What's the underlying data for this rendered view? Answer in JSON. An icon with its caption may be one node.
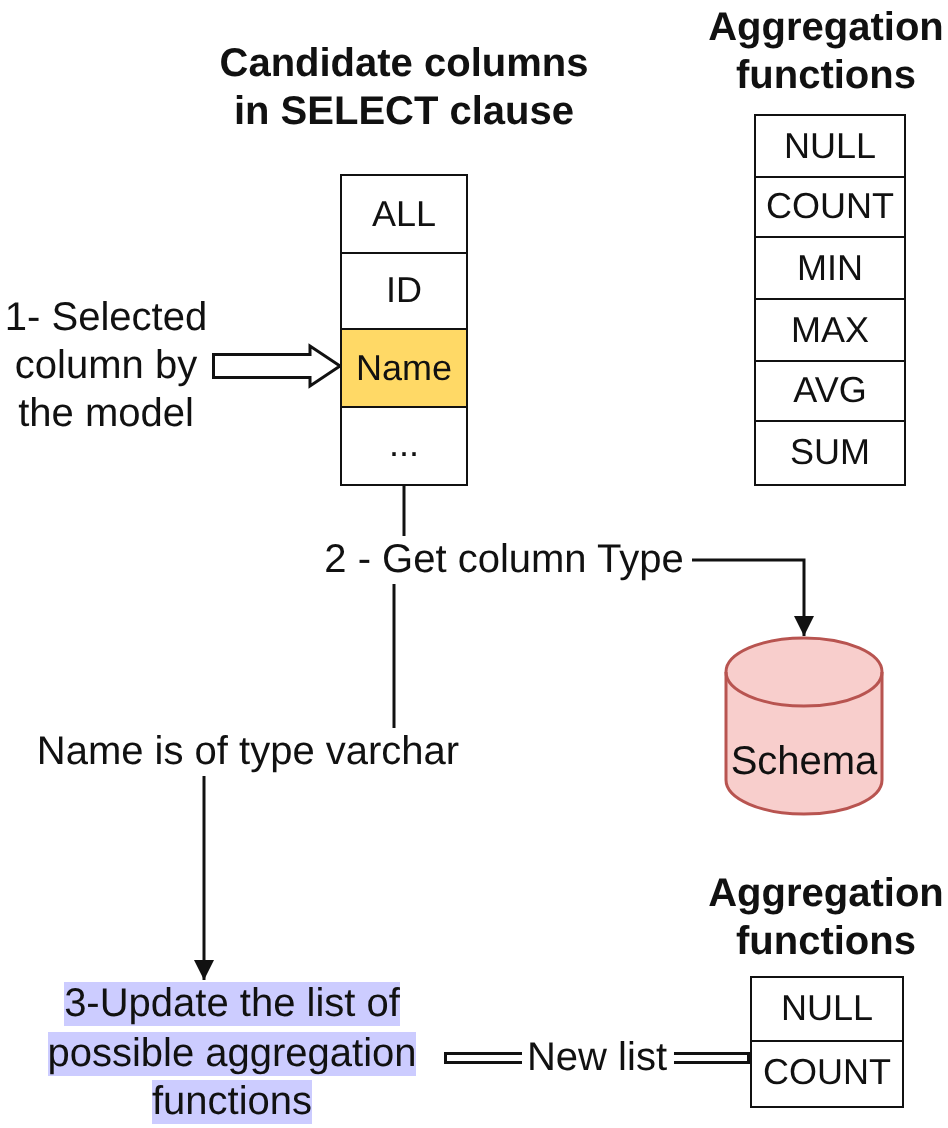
{
  "diagram": {
    "nodes": [
      {
        "text": [
          "Candidate columns in SELECT clause"
        ]
      },
      {
        "text": [
          "ALL"
        ],
        "in": 0
      },
      {
        "text": [
          "ID"
        ],
        "in": 0
      },
      {
        "text": [
          "Name"
        ],
        "in": 0
      },
      {
        "text": [
          "..."
        ],
        "in": 0
      },
      {
        "text": [
          "Aggregation functions"
        ]
      },
      {
        "text": [
          "NULL"
        ],
        "in": 5
      },
      {
        "text": [
          "COUNT"
        ],
        "in": 5
      },
      {
        "text": [
          "MIN"
        ],
        "in": 5
      },
      {
        "text": [
          "MAX"
        ],
        "in": 5
      },
      {
        "text": [
          "AVG"
        ],
        "in": 5
      },
      {
        "text": [
          "SUM"
        ],
        "in": 5
      },
      {
        "text": [
          "1- Selected column by the model"
        ]
      },
      {
        "text": [
          "2 - Get column Type"
        ]
      },
      {
        "text": [
          "Schema"
        ]
      },
      {
        "text": [
          "Name is of type varchar"
        ]
      },
      {
        "text": [
          "3-Update the list of possible aggregation functions"
        ]
      },
      {
        "text": [
          "Aggregation functions"
        ]
      },
      {
        "text": [
          "NULL"
        ],
        "in": 17
      },
      {
        "text": [
          "COUNT"
        ],
        "in": 17
      }
    ],
    "edges": [
      {
        "from": 12,
        "to": 3,
        "arrow": "to",
        "style": "thick"
      },
      {
        "from": 0,
        "to": 13,
        "arrow": "none"
      },
      {
        "from": 13,
        "to": 14,
        "arrow": "to"
      },
      {
        "from": 13,
        "to": 15,
        "arrow": "none"
      },
      {
        "from": 15,
        "to": 16,
        "arrow": "to"
      },
      {
        "from": 16,
        "to": 19,
        "arrow": "none",
        "label": "New list",
        "style": "thick"
      }
    ]
  }
}
